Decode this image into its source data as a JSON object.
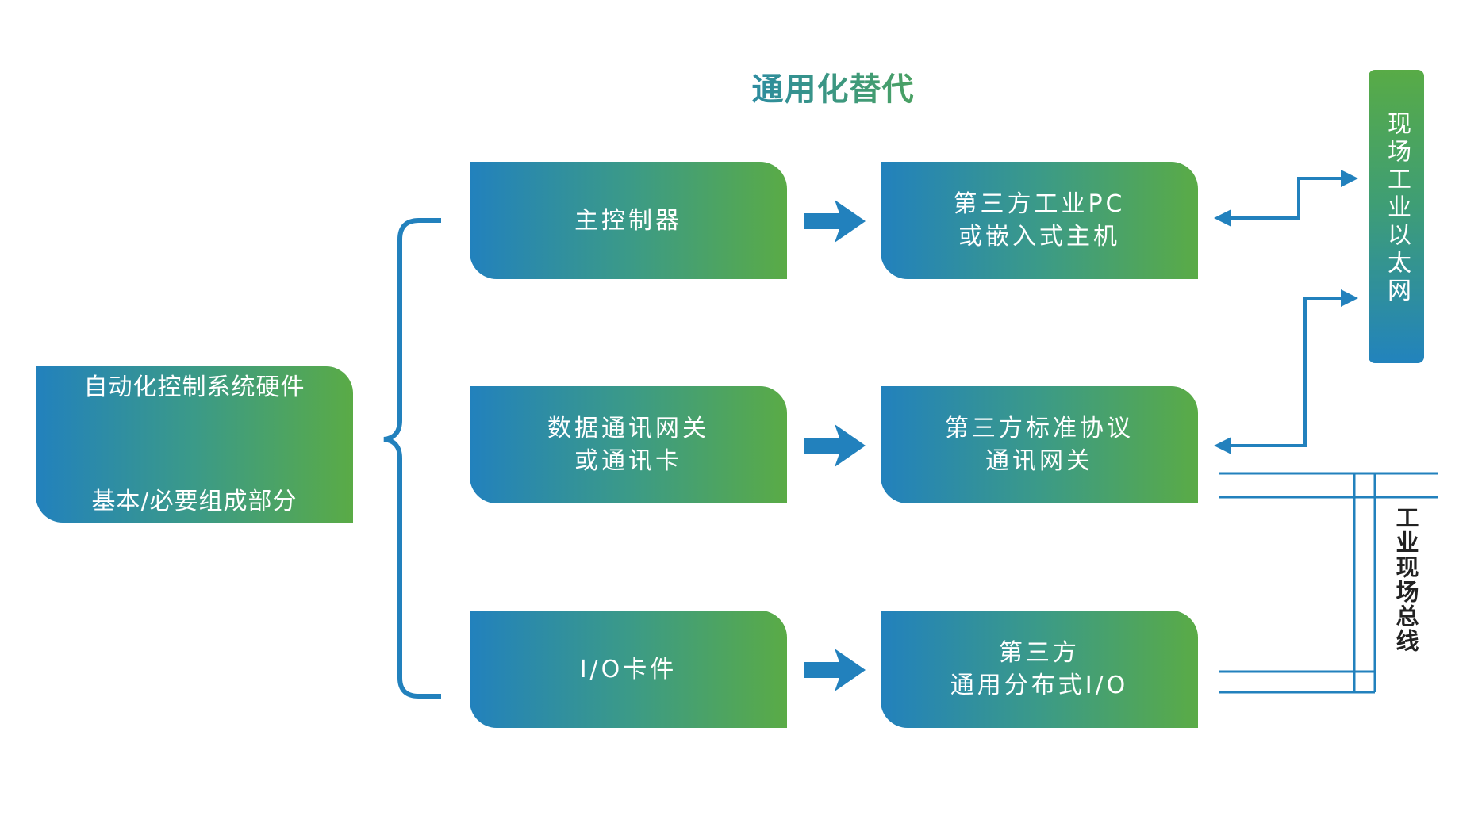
{
  "title": "通用化替代",
  "left_box": {
    "line1": "自动化控制系统硬件",
    "line2": "基本/必要组成部分"
  },
  "left_column": [
    {
      "label": "主控制器"
    },
    {
      "label": "数据通讯网关\n或通讯卡"
    },
    {
      "label": "I/O卡件"
    }
  ],
  "right_column": [
    {
      "label": "第三方工业PC\n或嵌入式主机"
    },
    {
      "label": "第三方标准协议\n通讯网关"
    },
    {
      "label": "第三方\n通用分布式I/O"
    }
  ],
  "ethernet_label": "现场工业以太网",
  "fieldbus_label": "工业现场总线",
  "colors": {
    "blue": "#2281bd",
    "green": "#5aab46",
    "line": "#2281bd"
  }
}
